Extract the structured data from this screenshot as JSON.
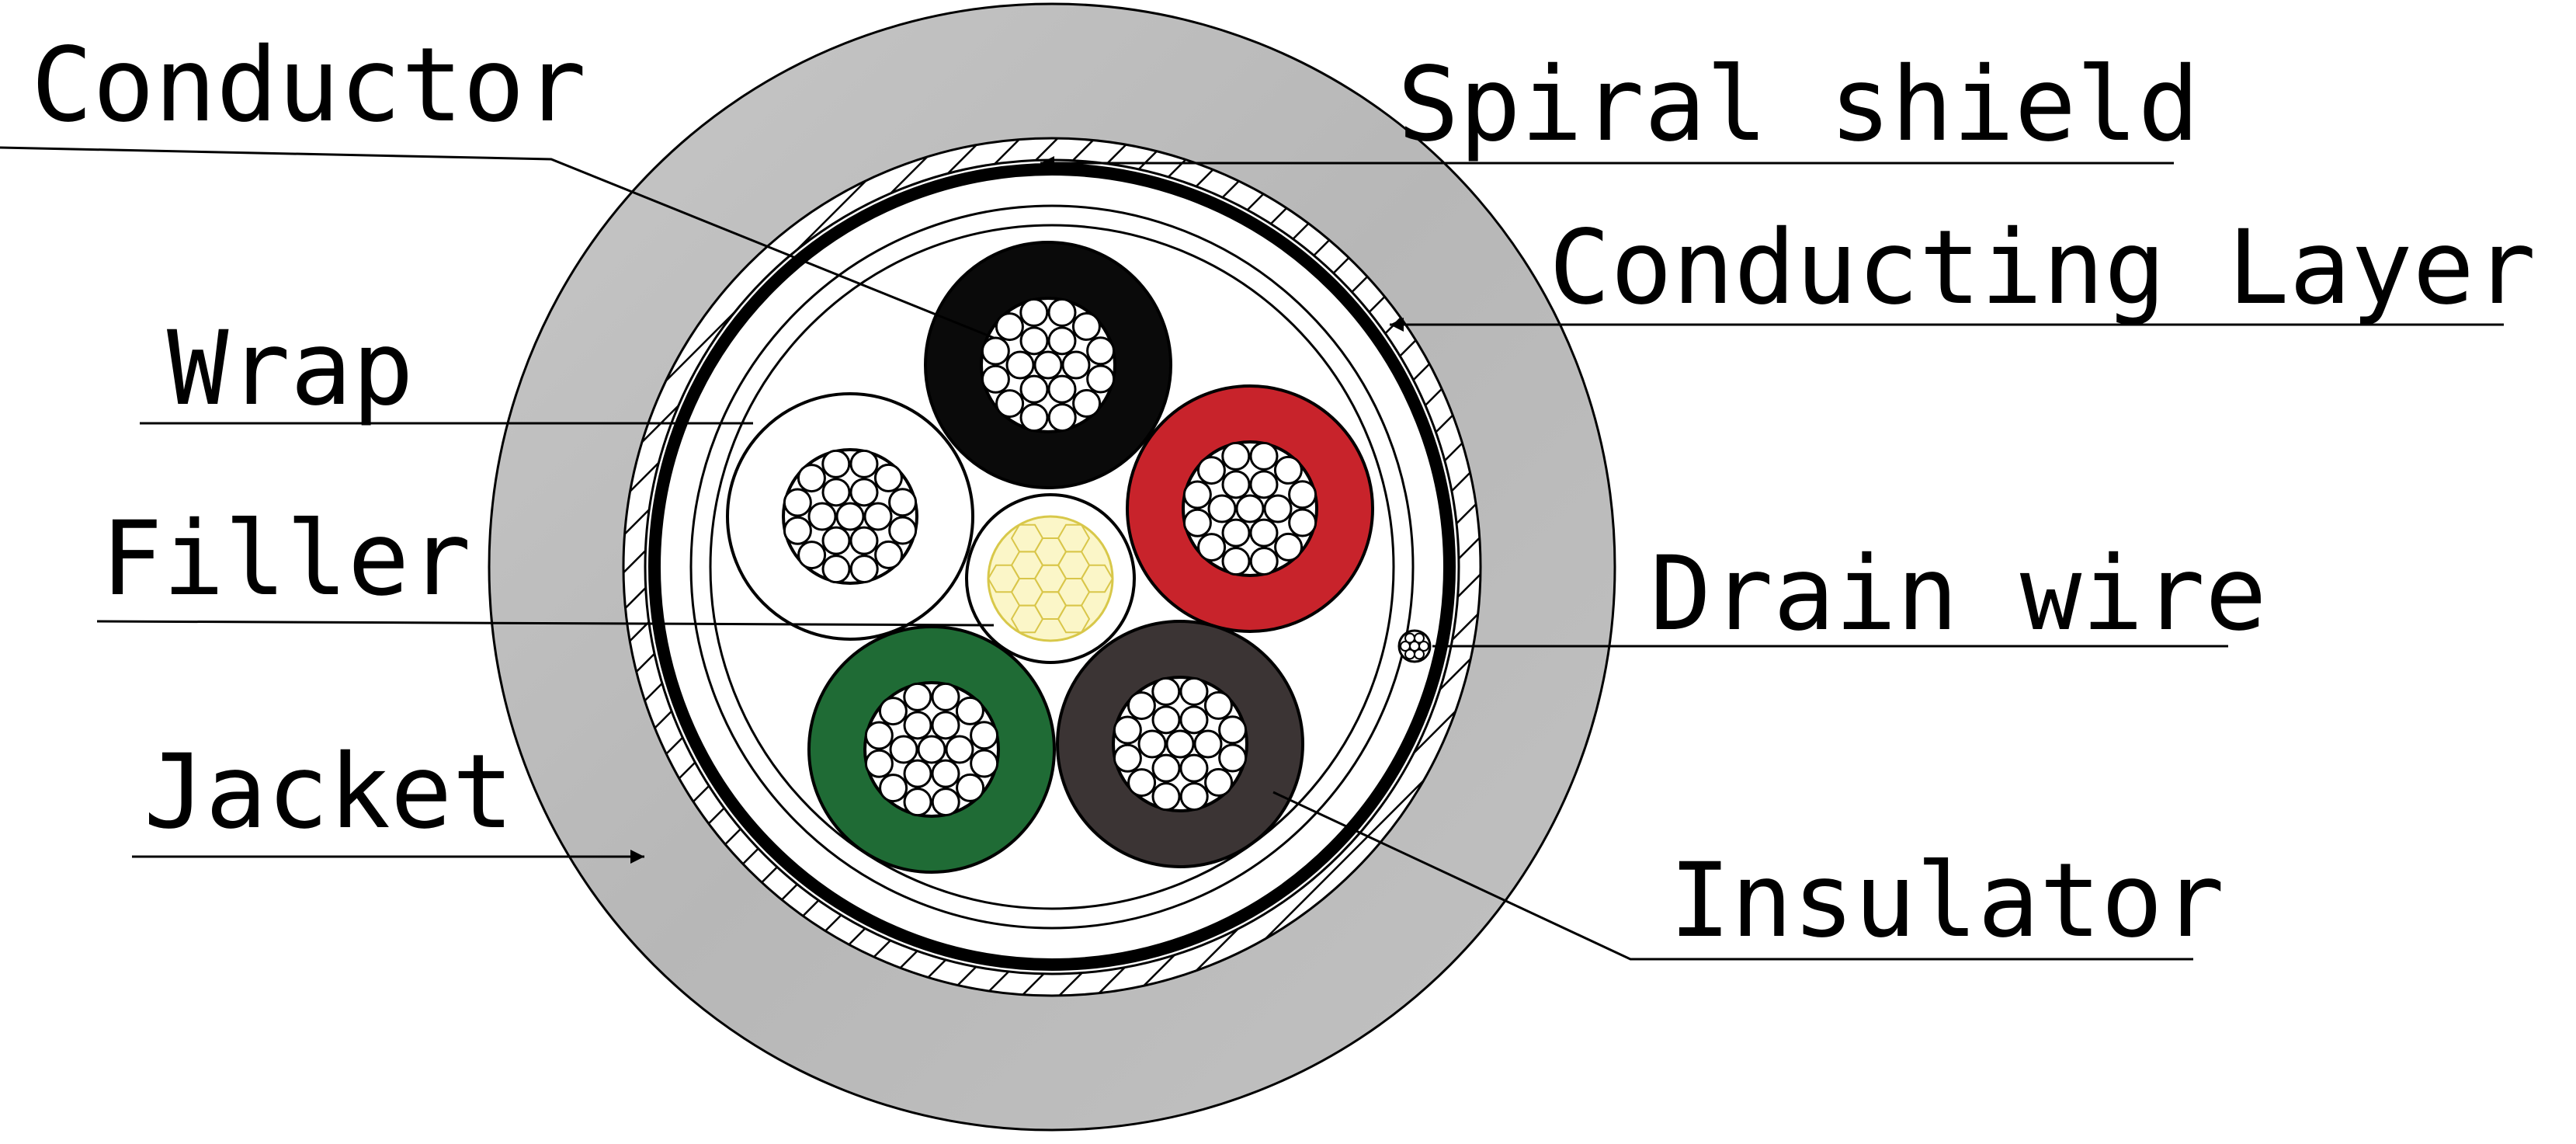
{
  "labels": {
    "conductor": "Conductor",
    "spiral_shield": "Spiral shield",
    "conducting_layer": "Conducting Layer",
    "wrap": "Wrap",
    "filler": "Filler",
    "drain_wire": "Drain wire",
    "jacket": "Jacket",
    "insulator": "Insulator"
  },
  "colors": {
    "jacket": "#bdbdbd",
    "insulator_black": "#0a0a0a",
    "insulator_red": "#c8232b",
    "insulator_green": "#1f6b35",
    "insulator_brown": "#3b3434",
    "insulator_white": "#ffffff",
    "filler_yellow": "#f2e97c",
    "line": "#000000"
  }
}
